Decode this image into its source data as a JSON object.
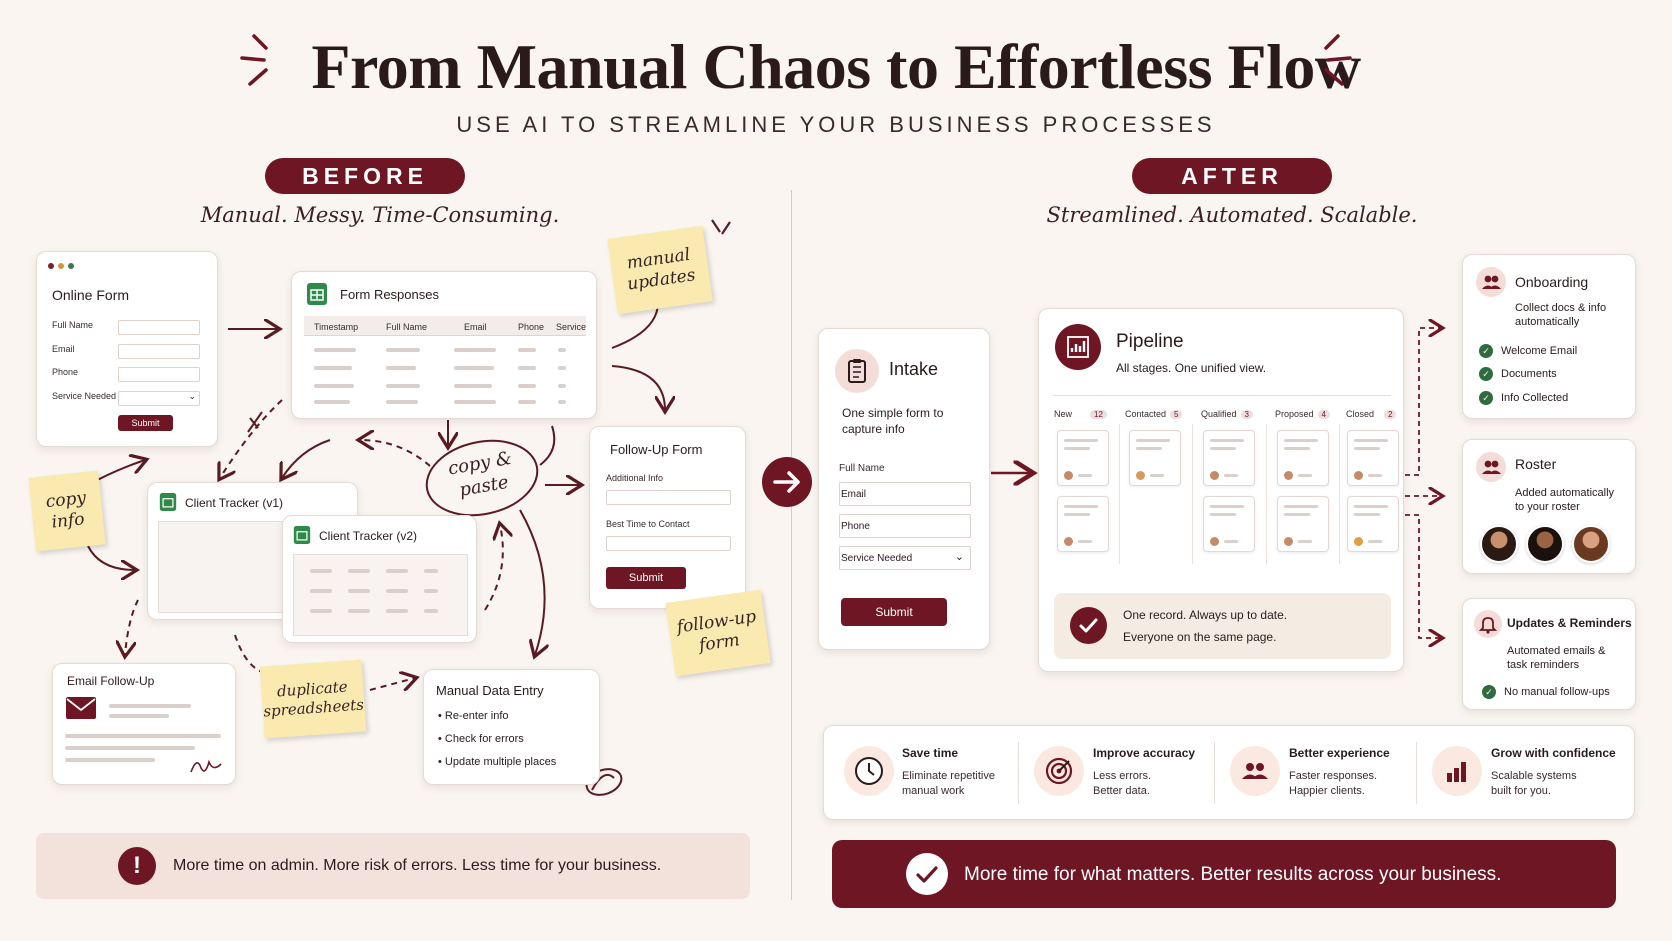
{
  "header": {
    "title": "From Manual Chaos to Effortless Flow",
    "subtitle": "USE AI TO STREAMLINE YOUR BUSINESS PROCESSES"
  },
  "before": {
    "label": "BEFORE",
    "tagline": "Manual. Messy. Time-Consuming.",
    "online_form": {
      "title": "Online Form",
      "fields": [
        "Full Name",
        "Email",
        "Phone",
        "Service Needed"
      ],
      "submit": "Submit"
    },
    "form_responses": {
      "title": "Form Responses",
      "columns": [
        "Timestamp",
        "Full Name",
        "Email",
        "Phone",
        "Service"
      ]
    },
    "tracker_v1": "Client Tracker (v1)",
    "tracker_v2": "Client Tracker (v2)",
    "follow_up_form": {
      "title": "Follow-Up Form",
      "fields": [
        "Additional Info",
        "Best Time to Contact"
      ],
      "submit": "Submit"
    },
    "email_follow_up": "Email Follow-Up",
    "manual_entry": {
      "title": "Manual Data Entry",
      "items": [
        "Re-enter info",
        "Check for errors",
        "Update multiple places"
      ]
    },
    "notes": {
      "manual_updates": "manual updates",
      "copy_info": "copy info",
      "copy_paste": "copy & paste",
      "duplicate": "duplicate spreadsheets",
      "follow_up": "follow-up form"
    },
    "footer": "More time on admin. More risk of errors. Less time for your business."
  },
  "after": {
    "label": "AFTER",
    "tagline": "Streamlined. Automated. Scalable.",
    "intake": {
      "title": "Intake",
      "desc": "One simple form to capture info",
      "fields": [
        "Full Name",
        "Email",
        "Phone",
        "Service Needed"
      ],
      "submit": "Submit"
    },
    "pipeline": {
      "title": "Pipeline",
      "desc": "All stages. One unified view.",
      "stages": [
        {
          "name": "New",
          "count": "12"
        },
        {
          "name": "Contacted",
          "count": "5"
        },
        {
          "name": "Qualified",
          "count": "3"
        },
        {
          "name": "Proposed",
          "count": "4"
        },
        {
          "name": "Closed",
          "count": "2"
        }
      ],
      "note_line1": "One record. Always up to date.",
      "note_line2": "Everyone on the same page."
    },
    "onboarding": {
      "title": "Onboarding",
      "desc": "Collect docs & info automatically",
      "items": [
        "Welcome Email",
        "Documents",
        "Info Collected"
      ]
    },
    "roster": {
      "title": "Roster",
      "desc": "Added automatically to your roster"
    },
    "updates": {
      "title": "Updates & Reminders",
      "desc": "Automated emails & task reminders",
      "item": "No manual follow-ups"
    },
    "benefits": [
      {
        "title": "Save time",
        "line1": "Eliminate repetitive",
        "line2": "manual work"
      },
      {
        "title": "Improve accuracy",
        "line1": "Less errors.",
        "line2": "Better data."
      },
      {
        "title": "Better experience",
        "line1": "Faster responses.",
        "line2": "Happier clients."
      },
      {
        "title": "Grow with confidence",
        "line1": "Scalable systems",
        "line2": "built for you."
      }
    ],
    "footer": "More time for what matters. Better results across your business."
  },
  "colors": {
    "accent": "#6e1624",
    "background": "#faf5f0",
    "sticky": "#faeab0",
    "check": "#2f6b3f"
  }
}
